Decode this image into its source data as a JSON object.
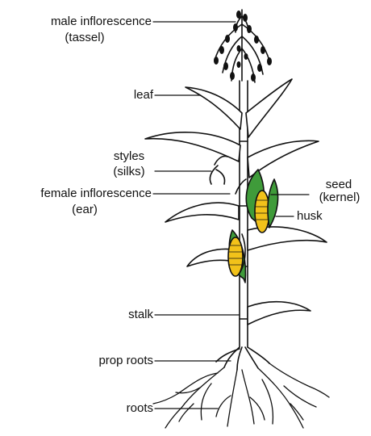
{
  "labels": {
    "tassel_line1": "male inflorescence",
    "tassel_line2": "(tassel)",
    "leaf": "leaf",
    "styles_line1": "styles",
    "styles_line2": "(silks)",
    "ear_line1": "female inflorescence",
    "ear_line2": "(ear)",
    "seed_line1": "seed",
    "seed_line2": "(kernel)",
    "husk": "husk",
    "stalk": "stalk",
    "prop_roots": "prop roots",
    "roots": "roots"
  },
  "colors": {
    "ear_yellow": "#f2c21a",
    "husk_green": "#3f9b3a",
    "outline": "#111111"
  }
}
